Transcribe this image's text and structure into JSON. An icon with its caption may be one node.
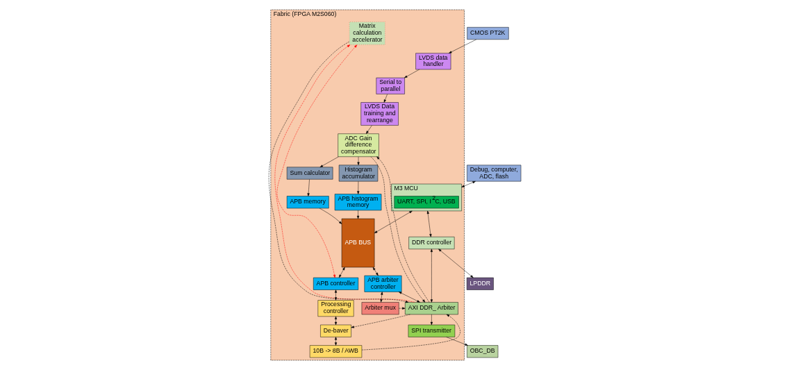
{
  "diagram": {
    "nodes": [
      {
        "text": [
          "Fabric (FPGA M2S060)"
        ]
      },
      {
        "text": [
          "M3 MCU"
        ],
        "in": 0
      },
      {
        "text": [
          "UART, SPI, I$^{2}$C, USB"
        ],
        "in": 1
      },
      {
        "text": [
          "DDR controller"
        ],
        "in": 0
      },
      {
        "text": [
          "Debug, computer, ADC, flash"
        ]
      },
      {
        "text": [
          "LPDDR"
        ]
      },
      {
        "text": [
          "CMOS PT2K"
        ]
      },
      {
        "text": [
          "LVDS data handler"
        ],
        "in": 0
      },
      {
        "text": [
          "Serial to parallel"
        ],
        "in": 0
      },
      {
        "text": [
          "LVDS Data training and rearrange"
        ],
        "in": 0
      },
      {
        "text": [
          "ADC Gain difference compensator"
        ],
        "in": 0
      },
      {
        "text": [
          "APB histogram memory"
        ],
        "in": 0
      },
      {
        "text": [
          "Histogram accumulator"
        ],
        "in": 0
      },
      {
        "text": [
          "APB memory"
        ],
        "in": 0
      },
      {
        "text": [
          "Sum calculator"
        ],
        "in": 0
      },
      {
        "text": [
          "APB BUS"
        ],
        "in": 0
      },
      {
        "text": [
          "APB arbiter controller"
        ],
        "in": 0
      },
      {
        "text": [
          "AXI DDR_ Arbiter"
        ],
        "in": 0
      },
      {
        "text": [
          "Arbiter mux"
        ],
        "in": 0
      },
      {
        "text": [
          "SPI transmitter"
        ],
        "in": 0
      },
      {
        "text": [
          "OBC_DB"
        ]
      },
      {
        "text": [
          "APB controller"
        ],
        "in": 0
      },
      {
        "text": [
          "Matrix calculation accelerator"
        ],
        "in": 0
      },
      {
        "text": [
          "Processing controller"
        ],
        "in": 0
      },
      {
        "text": [
          "De-baver"
        ],
        "in": 0
      },
      {
        "text": [
          "10B -> 8B / AWB"
        ],
        "in": 0
      }
    ],
    "edges": [
      {
        "from": 4,
        "to": 1,
        "arrow": "both"
      },
      {
        "from": 1,
        "to": 3,
        "arrow": "both"
      },
      {
        "from": 3,
        "to": 5,
        "arrow": "both"
      },
      {
        "from": 6,
        "to": 7,
        "arrow": "to"
      },
      {
        "from": 1,
        "to": 15,
        "arrow": "both"
      },
      {
        "from": 3,
        "to": 17,
        "arrow": "both"
      },
      {
        "from": 7,
        "to": 8,
        "arrow": "to"
      },
      {
        "from": 8,
        "to": 9,
        "arrow": "to"
      },
      {
        "from": 9,
        "to": 10,
        "arrow": "to"
      },
      {
        "from": 12,
        "to": 11,
        "arrow": "to"
      },
      {
        "from": 14,
        "to": 13,
        "arrow": "to"
      },
      {
        "from": 10,
        "to": 12,
        "arrow": "to"
      },
      {
        "from": 10,
        "to": 14,
        "arrow": "to"
      },
      {
        "from": 11,
        "to": 15,
        "arrow": "to"
      },
      {
        "from": 13,
        "to": 15,
        "arrow": "to"
      },
      {
        "from": 15,
        "to": 16,
        "arrow": "both"
      },
      {
        "from": 16,
        "to": 17,
        "arrow": "both"
      },
      {
        "from": 16,
        "to": 18,
        "arrow": "both"
      },
      {
        "from": 18,
        "to": 17,
        "arrow": "to",
        "style": "dashed"
      },
      {
        "from": 17,
        "to": 19,
        "arrow": "to"
      },
      {
        "from": 19,
        "to": 20,
        "arrow": "to"
      },
      {
        "from": 15,
        "to": 21,
        "arrow": "both"
      },
      {
        "from": 21,
        "to": 22,
        "arrow": "both",
        "style": "dashed",
        "color": "#ff0000"
      },
      {
        "from": 21,
        "to": 23,
        "arrow": "both"
      },
      {
        "from": 23,
        "to": 24,
        "arrow": "both"
      },
      {
        "from": 24,
        "to": 25,
        "arrow": "both"
      },
      {
        "from": 17,
        "to": 10,
        "arrow": "to",
        "style": "dashed"
      },
      {
        "from": 10,
        "to": 17,
        "arrow": "to",
        "style": "dashed"
      },
      {
        "from": 17,
        "to": 24,
        "arrow": "to",
        "style": "dashed"
      },
      {
        "from": 17,
        "to": 22,
        "arrow": "to",
        "style": "dashed",
        "color": "#ff0000"
      },
      {
        "from": 22,
        "to": 17,
        "arrow": "to",
        "style": "dashed"
      },
      {
        "from": 25,
        "to": 17,
        "arrow": "to",
        "style": "dashed"
      }
    ]
  }
}
